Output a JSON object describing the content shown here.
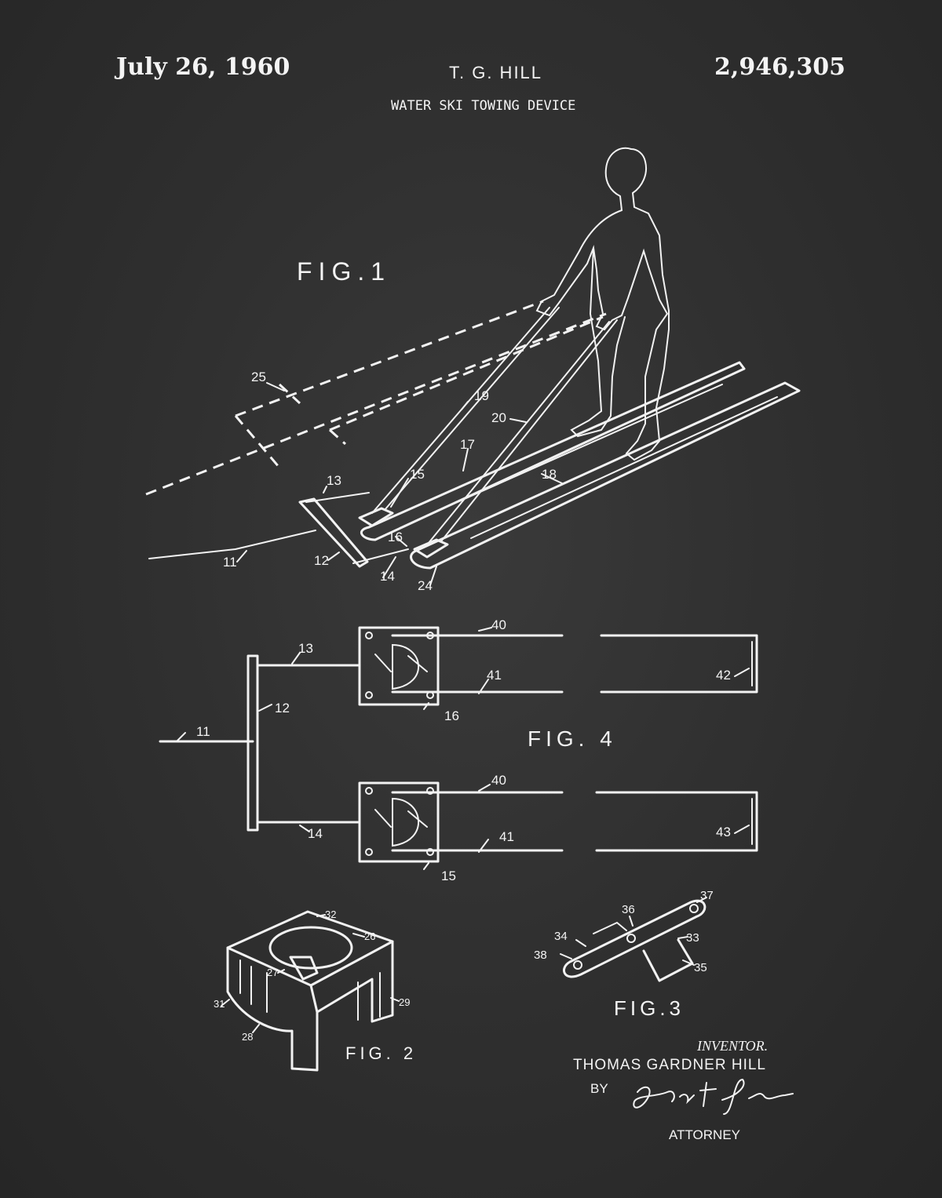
{
  "header": {
    "date": "July 26, 1960",
    "inventor_short": "T. G. HILL",
    "patent_number": "2,946,305",
    "title": "WATER SKI TOWING DEVICE"
  },
  "figures": {
    "fig1": "FIG.1",
    "fig2": "FIG. 2",
    "fig3": "FIG.3",
    "fig4": "FIG. 4"
  },
  "refs": {
    "fig1": [
      "25",
      "19",
      "20",
      "17",
      "18",
      "13",
      "15",
      "16",
      "11",
      "12",
      "14",
      "24"
    ],
    "fig4": [
      "40",
      "41",
      "42",
      "13",
      "12",
      "16",
      "11",
      "40",
      "41",
      "43",
      "14",
      "15"
    ],
    "fig2": [
      "32",
      "26",
      "27",
      "31",
      "29",
      "28"
    ],
    "fig3": [
      "37",
      "36",
      "34",
      "33",
      "38",
      "35"
    ]
  },
  "footer": {
    "inventor_label": "INVENTOR.",
    "inventor_name": "THOMAS GARDNER HILL",
    "by": "BY",
    "attorney_label": "ATTORNEY",
    "signature": "Ezra L. Newton"
  },
  "colors": {
    "background": "#2e2e2e",
    "chalk": "#f2f2f2"
  }
}
